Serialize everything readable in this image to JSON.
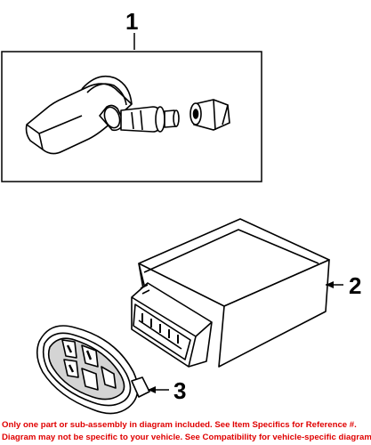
{
  "callouts": {
    "part_1": "1",
    "part_2": "2",
    "part_3": "3"
  },
  "parts": [
    {
      "callout": "1",
      "icon": "tpms-sensor-valve-icon"
    },
    {
      "callout": "2",
      "icon": "control-module-icon"
    },
    {
      "callout": "3",
      "icon": "key-fob-transmitter-icon"
    }
  ],
  "footer": {
    "line_1": "Only one part or sub-assembly in diagram included. See Item Specifics for Reference #.",
    "line_2": "Diagram may not be specific to your vehicle. See Compatibility for vehicle-specific diagrams."
  },
  "colors": {
    "line": "#000000",
    "footer_text": "#e00000",
    "shade": "#cfcfcf"
  }
}
